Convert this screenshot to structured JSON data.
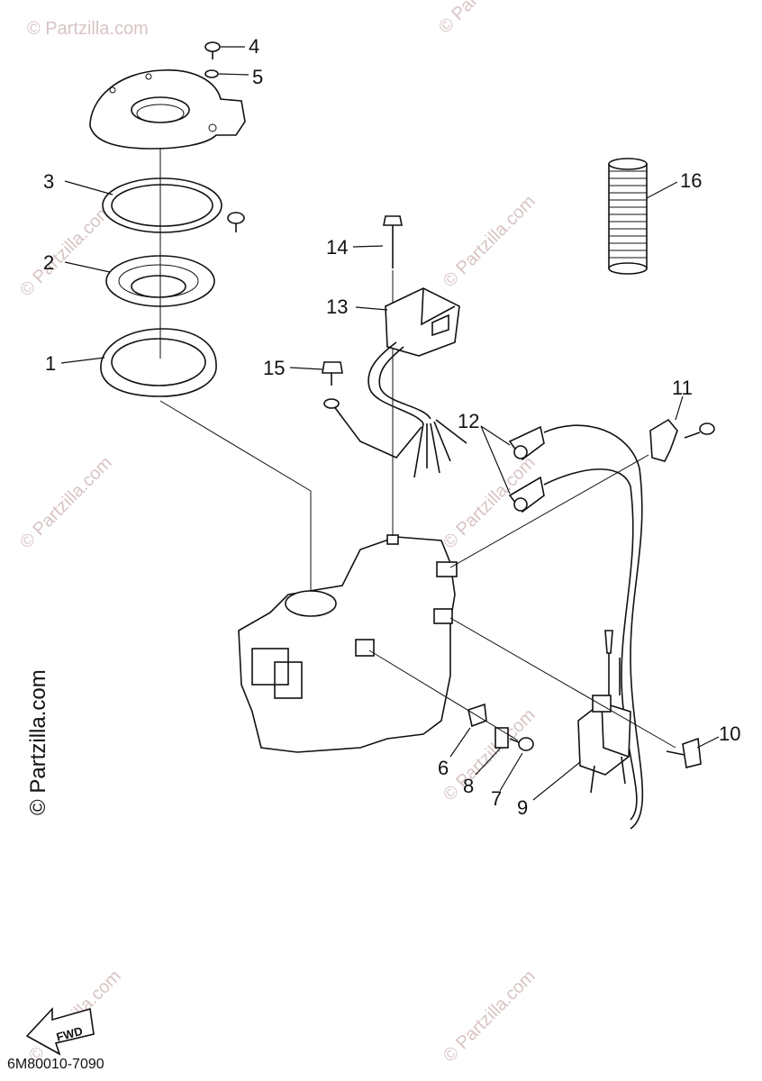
{
  "callouts": [
    "1",
    "2",
    "3",
    "4",
    "5",
    "6",
    "7",
    "8",
    "9",
    "10",
    "11",
    "12",
    "13",
    "14",
    "15",
    "16"
  ],
  "watermark": "© Partzilla.com",
  "watermark_short": "© Partz",
  "diagram_code": "6M80010-7090",
  "fwd_label": "FWD"
}
